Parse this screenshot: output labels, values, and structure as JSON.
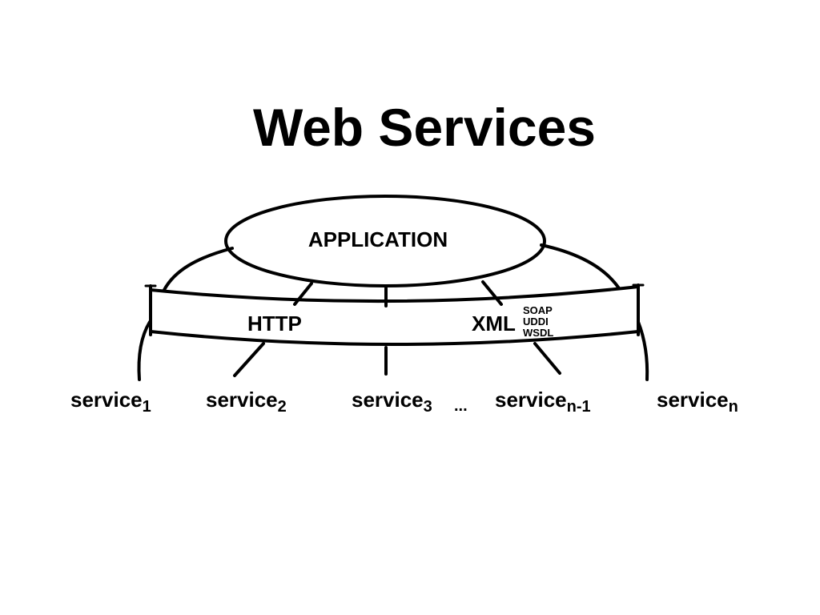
{
  "title": "Web Services",
  "application": {
    "label": "APPLICATION"
  },
  "transport": {
    "http_label": "HTTP",
    "xml_label": "XML",
    "xml_standards": [
      "SOAP",
      "UDDI",
      "WSDL"
    ]
  },
  "services": [
    {
      "base": "service",
      "subscript": "1"
    },
    {
      "base": "service",
      "subscript": "2"
    },
    {
      "base": "service",
      "subscript": "3"
    },
    {
      "base": "service",
      "subscript": "n-1"
    },
    {
      "base": "service",
      "subscript": "n"
    }
  ],
  "ellipsis": "..."
}
